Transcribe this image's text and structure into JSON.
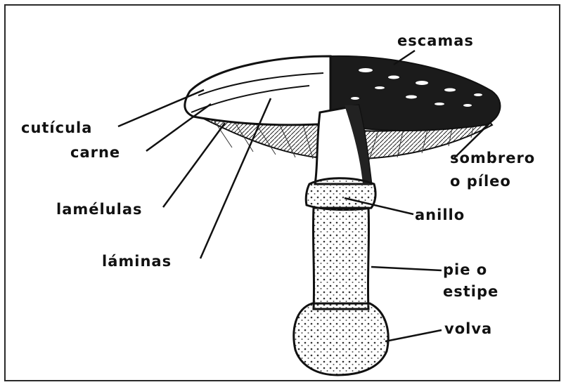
{
  "labels": {
    "escamas": "escamas",
    "cuticula": "cutícula",
    "carne": "carne",
    "sombrero_line1": "sombrero",
    "sombrero_line2": "o píleo",
    "lamelulas": "lamélulas",
    "anillo": "anillo",
    "laminas": "láminas",
    "pie_line1": "pie o",
    "pie_line2": "estipe",
    "volva": "volva"
  },
  "colors": {
    "ink": "#111111",
    "background": "#ffffff"
  }
}
